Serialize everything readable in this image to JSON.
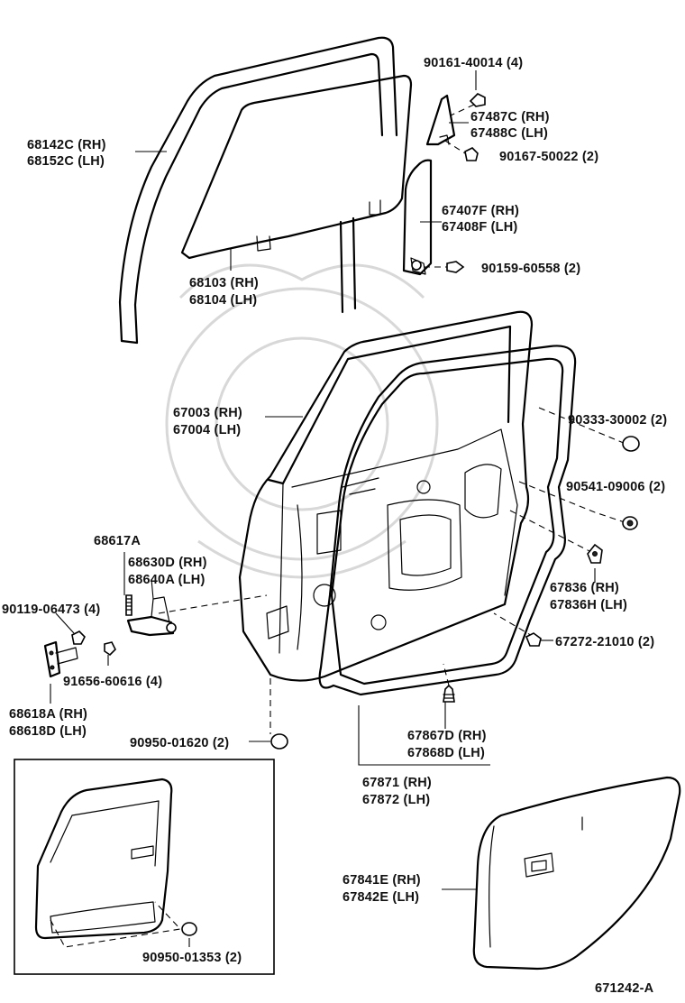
{
  "diagram_id": "671242-A",
  "labels": {
    "p68142c": "68142C (RH)",
    "p68152c": "68152C (LH)",
    "p68103": "68103 (RH)",
    "p68104": "68104 (LH)",
    "p90161": "90161-40014 (4)",
    "p67487c": "67487C (RH)",
    "p67488c": "67488C (LH)",
    "p90167": "90167-50022 (2)",
    "p67407f": "67407F (RH)",
    "p67408f": "67408F (LH)",
    "p90159": "90159-60558 (2)",
    "p67003": "67003 (RH)",
    "p67004": "67004 (LH)",
    "p90333": "90333-30002 (2)",
    "p90541": "90541-09006 (2)",
    "p67836": "67836 (RH)",
    "p67836h": "67836H (LH)",
    "p67272": "67272-21010 (2)",
    "p68617a": "68617A",
    "p68630d": "68630D (RH)",
    "p68640a": "68640A (LH)",
    "p90119": "90119-06473 (4)",
    "p91656": "91656-60616 (4)",
    "p68618a": "68618A (RH)",
    "p68618d": "68618D (LH)",
    "p90950a": "90950-01620 (2)",
    "p67867d": "67867D (RH)",
    "p67868d": "67868D (LH)",
    "p67871": "67871 (RH)",
    "p67872": "67872 (LH)",
    "p67841e": "67841E (RH)",
    "p67842e": "67842E (LH)",
    "p90950b": "90950-01353 (2)"
  }
}
